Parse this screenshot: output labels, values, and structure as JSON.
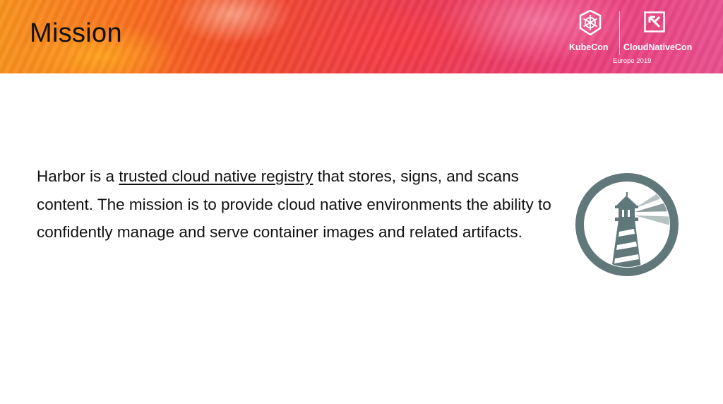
{
  "slide": {
    "title": "Mission"
  },
  "header_logos": {
    "kubecon_label": "KubeCon",
    "cloudnativecon_label": "CloudNativeCon",
    "event_label": "Europe 2019"
  },
  "body": {
    "text_before": "Harbor is a ",
    "link_text": "trusted cloud native registry",
    "text_after": " that stores, signs, and scans content. The mission is to provide cloud native environments the ability to confidently manage and serve container images and related artifacts."
  },
  "colors": {
    "harbor_logo": "#61787a",
    "banner_start": "#f7921e",
    "banner_end": "#e84f8e"
  },
  "icons": {
    "kubecon": "kubernetes-helm-wheel-icon",
    "cloudnativecon": "cncf-icon",
    "harbor": "harbor-lighthouse-logo"
  }
}
